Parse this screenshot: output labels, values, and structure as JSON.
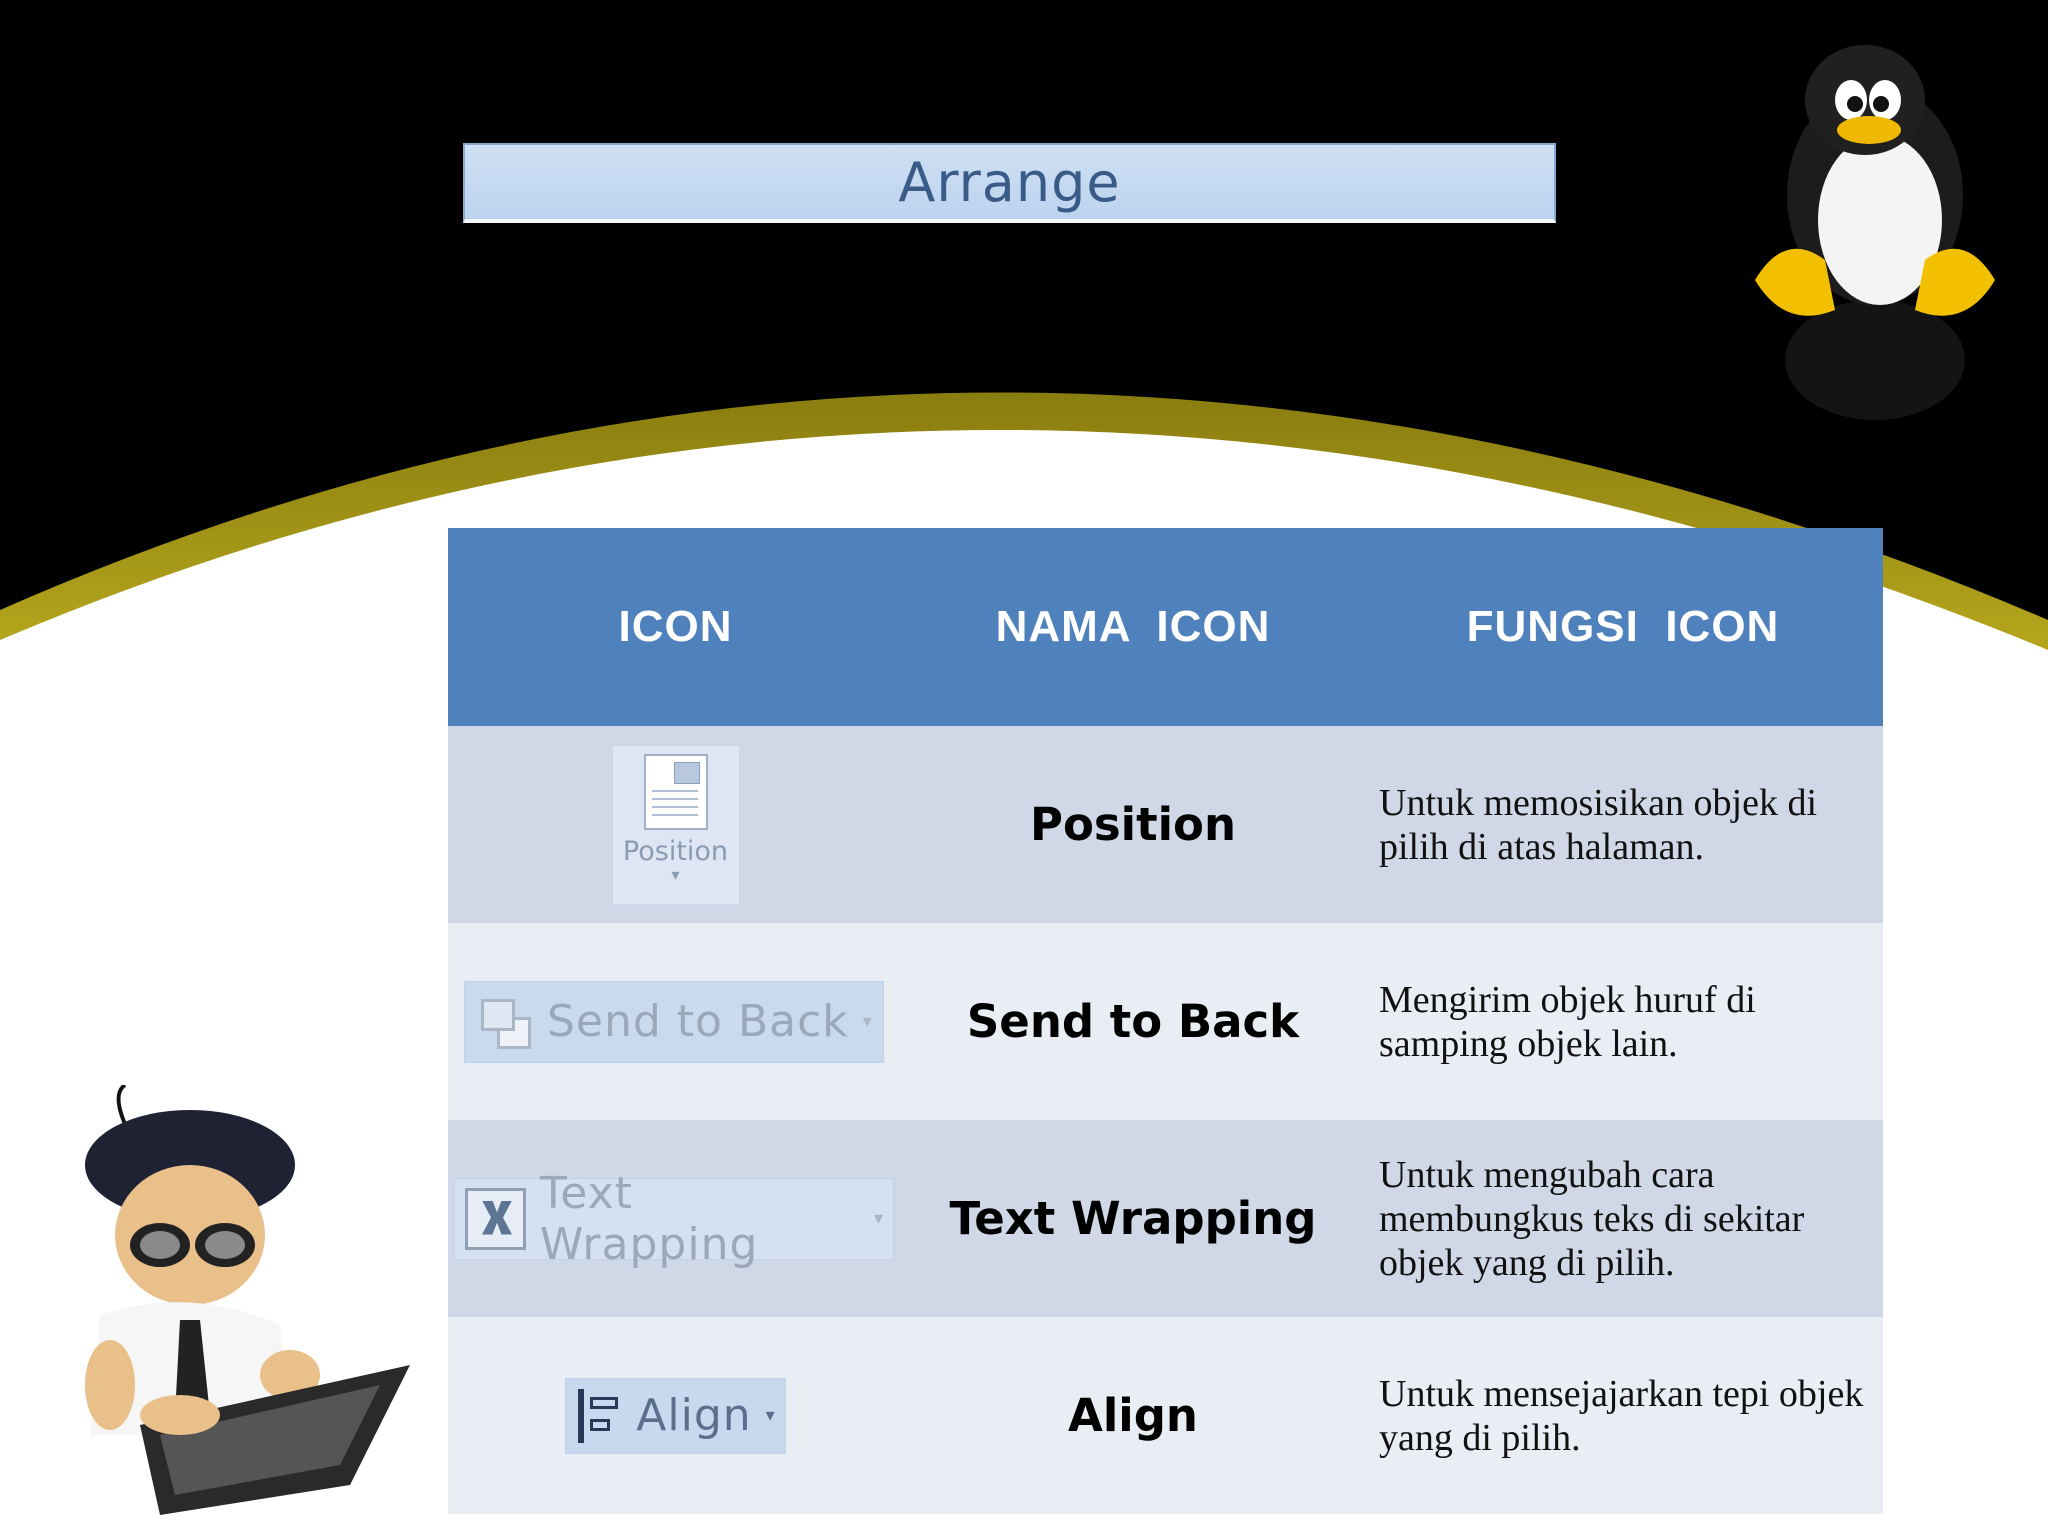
{
  "ribbon_group": {
    "label": "Arrange"
  },
  "table": {
    "headers": [
      "ICON",
      "NAMA  ICON",
      "FUNGSI  ICON"
    ],
    "rows": [
      {
        "icon": "position-icon",
        "icon_label": "Position",
        "name": "Position",
        "function": "Untuk memosisikan objek di pilih di atas halaman."
      },
      {
        "icon": "send-to-back-icon",
        "icon_label": "Send to Back",
        "name": "Send to Back",
        "function": "Mengirim objek huruf di samping objek lain."
      },
      {
        "icon": "text-wrapping-icon",
        "icon_label": "Text Wrapping",
        "name": "Text Wrapping",
        "function": "Untuk mengubah cara membungkus teks di sekitar objek yang di pilih."
      },
      {
        "icon": "align-icon",
        "icon_label": "Align",
        "name": "Align",
        "function": "Untuk mensejajarkan tepi objek yang di pilih."
      }
    ]
  },
  "decorations": {
    "mascot_top_right": "penguin-mascot",
    "mascot_bottom_left": "boy-with-laptop-clipart"
  },
  "colors": {
    "header": "#4f81bd",
    "row_odd": "#d0d8e8",
    "row_even": "#e9edf4",
    "arc_gold": "#d4c21a"
  }
}
